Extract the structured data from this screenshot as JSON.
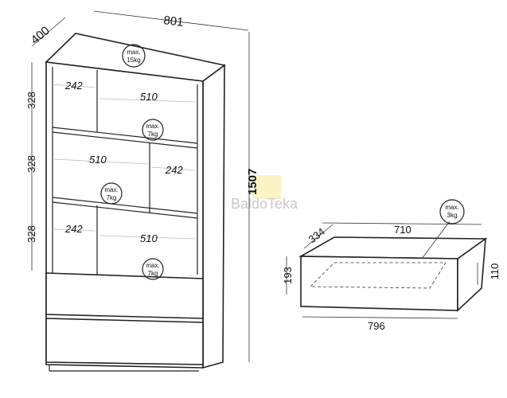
{
  "cabinet": {
    "width": "801",
    "depth": "400",
    "height": "1507",
    "shelf_heights": [
      "328",
      "328",
      "328"
    ],
    "compartments": {
      "top_left": "242",
      "top_right": "510",
      "mid_left": "510",
      "mid_right": "242",
      "bot_left": "242",
      "bot_right": "510"
    },
    "loads": {
      "top": {
        "line1": "max.",
        "line2": "15kg"
      },
      "shelf1": {
        "line1": "max.",
        "line2": "7kg"
      },
      "shelf2": {
        "line1": "max.",
        "line2": "7kg"
      },
      "shelf3": {
        "line1": "max.",
        "line2": "7kg"
      }
    }
  },
  "drawer": {
    "inner_width": "710",
    "inner_depth": "334",
    "outer_width": "796",
    "height": "193",
    "side_height": "110",
    "load": {
      "line1": "max.",
      "line2": "3kg"
    }
  },
  "watermark": "BaldoTeka"
}
